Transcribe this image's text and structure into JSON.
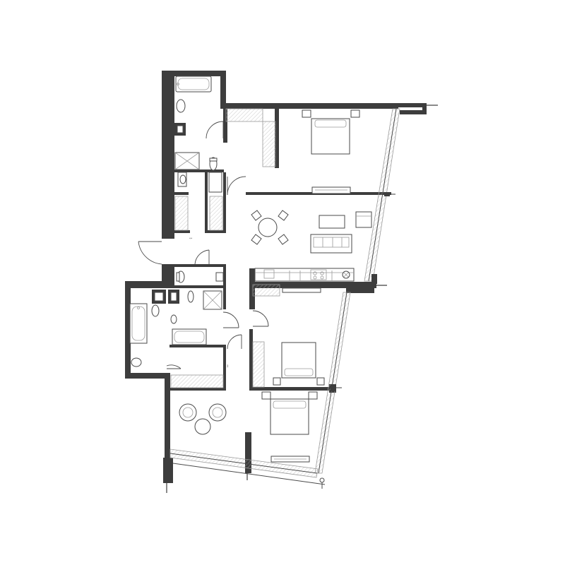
{
  "plan": {
    "rooms": [
      {
        "id": "bedroom-north"
      },
      {
        "id": "bathroom-north"
      },
      {
        "id": "shower-room-north"
      },
      {
        "id": "living-kitchen"
      },
      {
        "id": "entrance-hall"
      },
      {
        "id": "bathroom-west"
      },
      {
        "id": "shower-room-center"
      },
      {
        "id": "bedroom-east"
      },
      {
        "id": "bedroom-south"
      }
    ],
    "markers": {
      "up_down_arrow": "↕",
      "small_arrow": "↔"
    },
    "colors": {
      "wall": "#3d3d3d",
      "line": "#4a4a4a",
      "light": "#9a9a9a",
      "background": "#ffffff"
    }
  }
}
